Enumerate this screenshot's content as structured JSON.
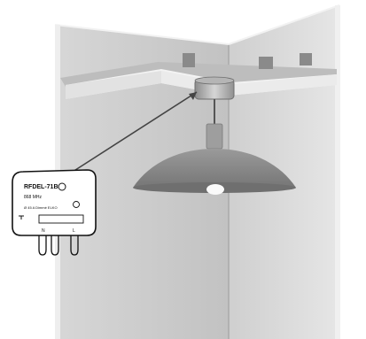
{
  "module": {
    "model": "RFDEL-71B",
    "frequency": "868 MHz",
    "output_text": "Ø 45 A Dimmé ELKO",
    "terminals": [
      "N",
      "L",
      "↓"
    ]
  },
  "colors": {
    "wall_light": "#e4e4e4",
    "wall_mid": "#d0d0d0",
    "wall_dark": "#b4b4b4",
    "shelf": "#c9c9c9",
    "lamp_shade": "#8e8e8e",
    "pointer": "#444444"
  }
}
